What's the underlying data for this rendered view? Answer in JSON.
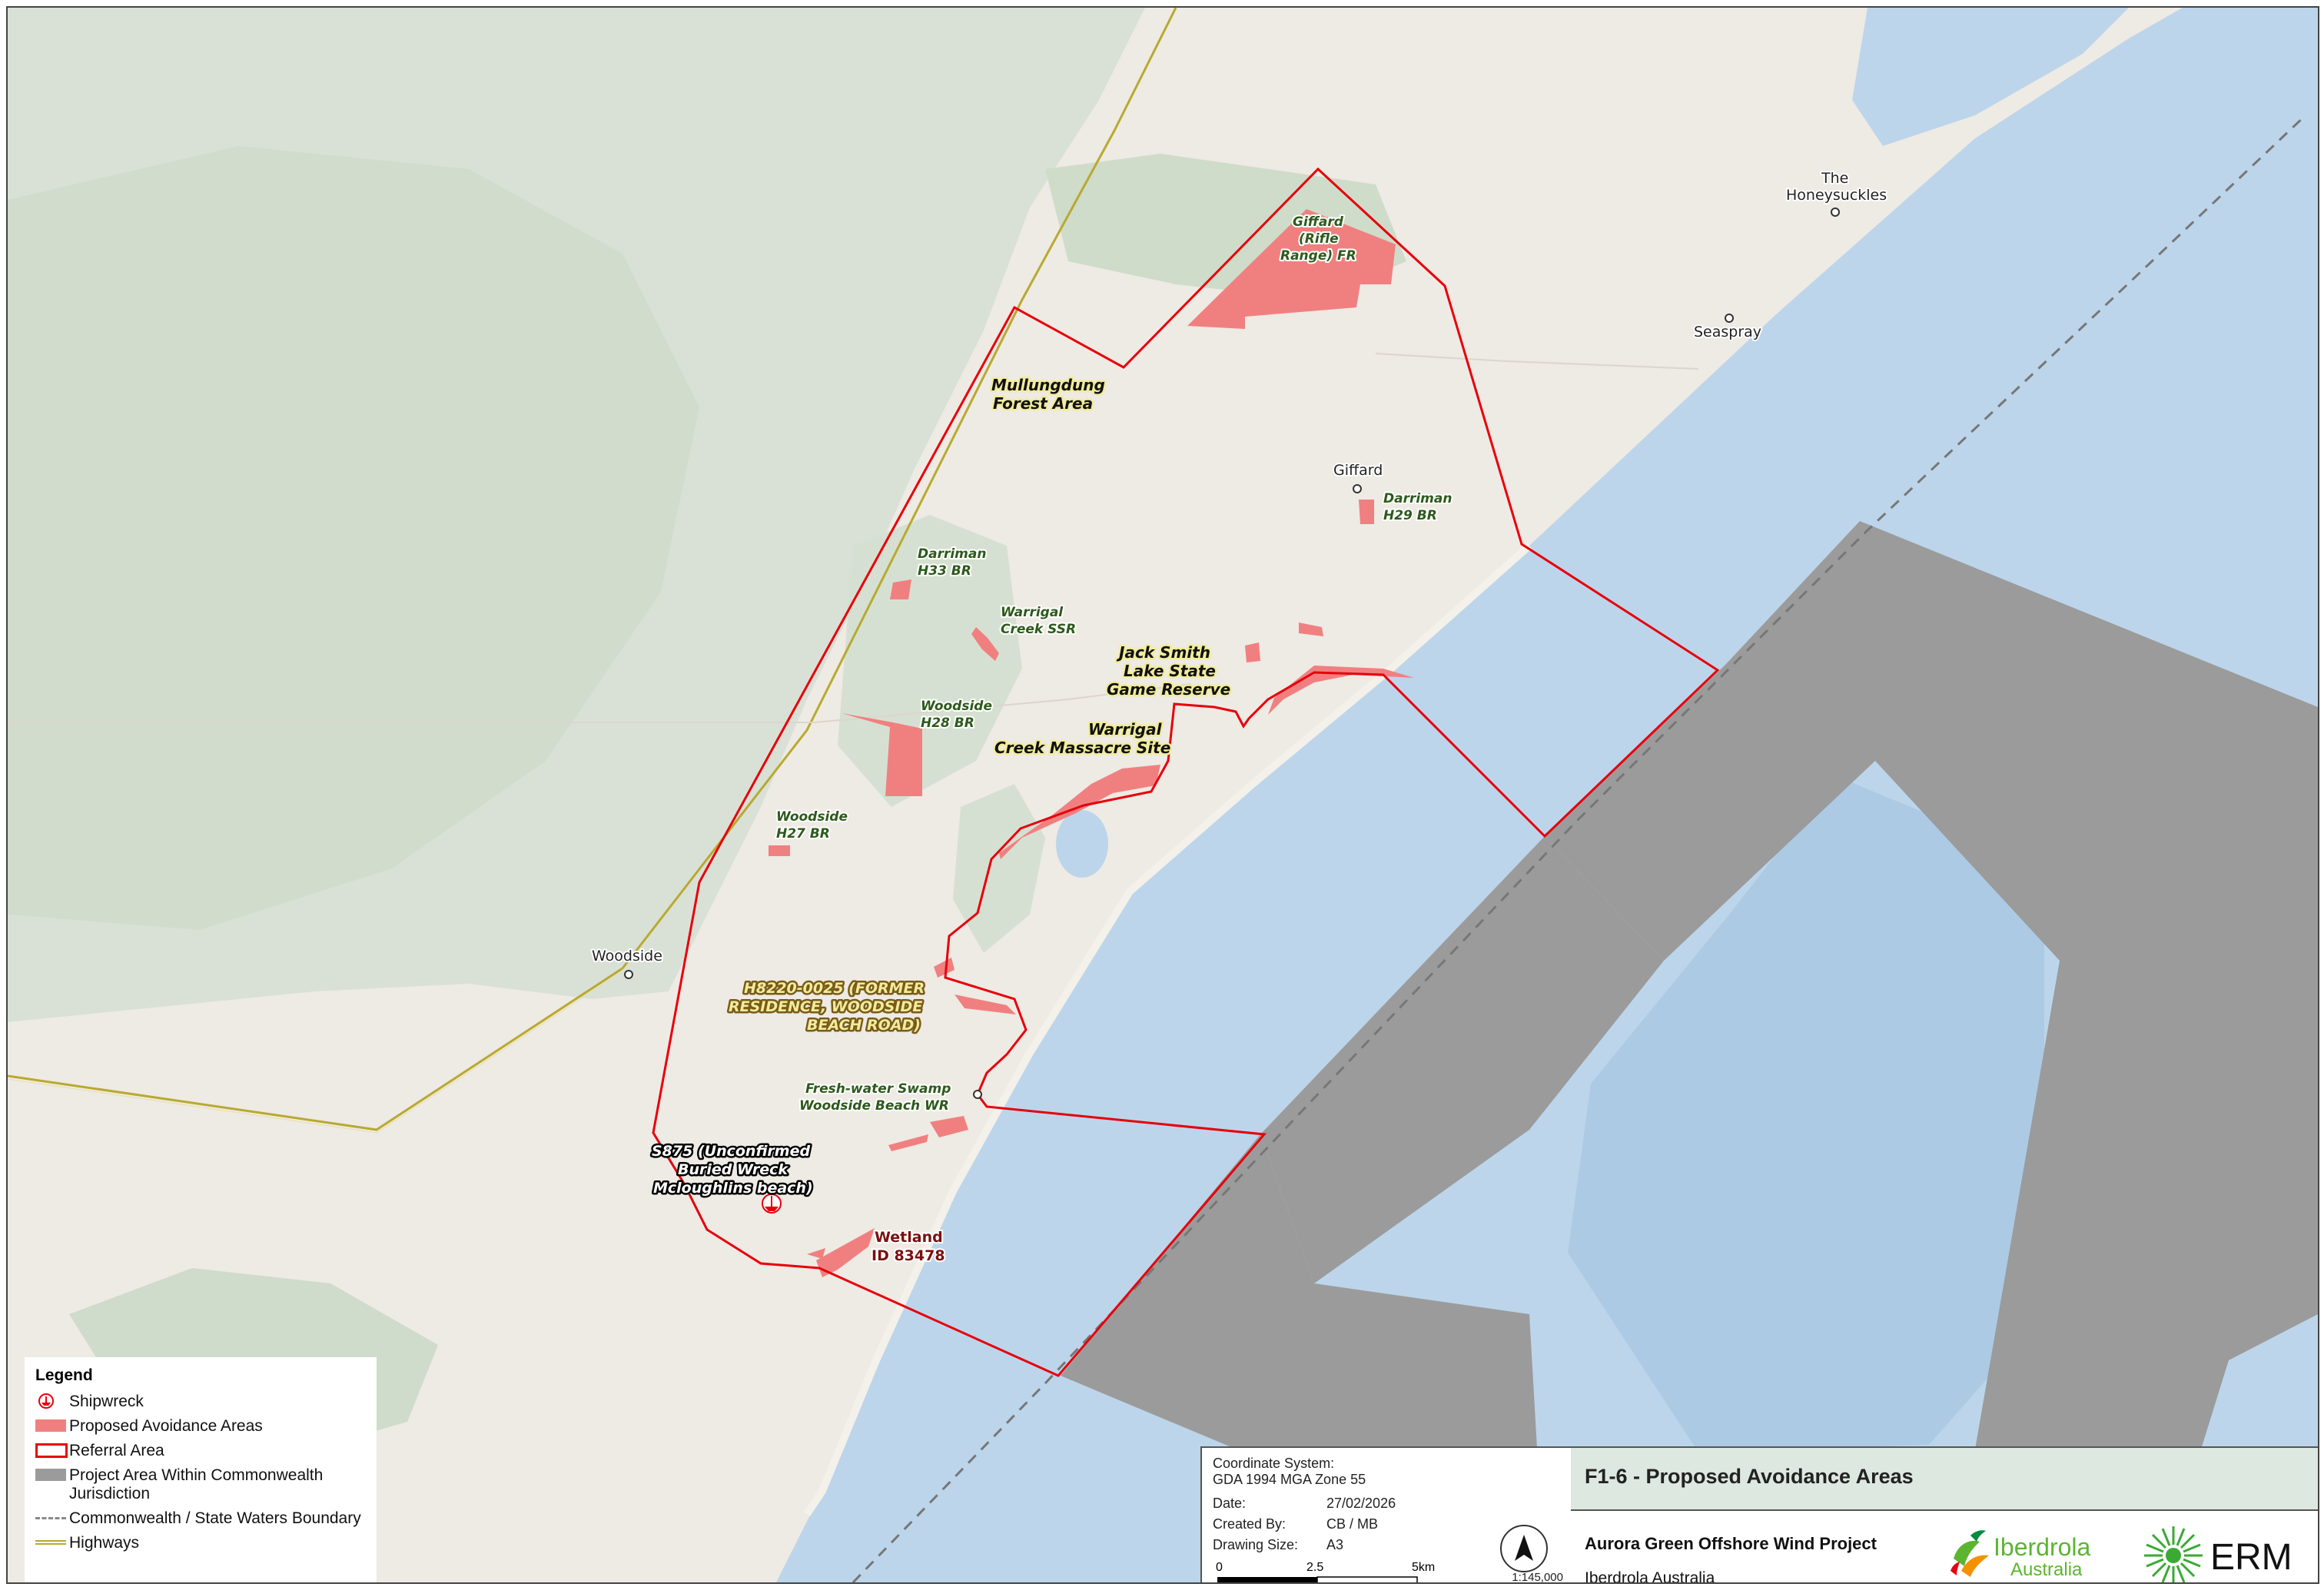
{
  "map": {
    "places": {
      "the_honeysuckles_1": "The",
      "the_honeysuckles_2": "Honeysuckles",
      "seaspray": "Seaspray",
      "giffard": "Giffard",
      "woodside": "Woodside"
    },
    "area_labels": {
      "giffard_fr_1": "Giffard",
      "giffard_fr_2": "(Rifle",
      "giffard_fr_3": "Range) FR",
      "mullungdung_1": "Mullungdung",
      "mullungdung_2": "Forest Area",
      "darriman_h29_1": "Darriman",
      "darriman_h29_2": "H29 BR",
      "darriman_h33_1": "Darriman",
      "darriman_h33_2": "H33 BR",
      "warrigal_ssr_1": "Warrigal",
      "warrigal_ssr_2": "Creek SSR",
      "jack_smith_1": "Jack Smith",
      "jack_smith_2": "Lake State",
      "jack_smith_3": "Game Reserve",
      "woodside_h28_1": "Woodside",
      "woodside_h28_2": "H28 BR",
      "massacre_1": "Warrigal",
      "massacre_2": "Creek Massacre Site",
      "woodside_h27_1": "Woodside",
      "woodside_h27_2": "H27 BR",
      "h8220_1": "H8220-0025 (FORMER",
      "h8220_2": "RESIDENCE, WOODSIDE",
      "h8220_3": "BEACH ROAD)",
      "freshwater_1": "Fresh-water Swamp",
      "freshwater_2": "Woodside Beach WR",
      "s875_1": "S875 (Unconfirmed",
      "s875_2": "Buried Wreck",
      "s875_3": "Mcloughlins beach)",
      "wetland_1": "Wetland",
      "wetland_2": "ID 83478"
    },
    "colors": {
      "land": "#eeeae4",
      "forest": "#c9d8c6",
      "sea": "#bcd5eb",
      "avoidance": "#f08080",
      "referral": "#e8000b",
      "commonwealth": "#9b9b9b"
    }
  },
  "legend": {
    "title": "Legend",
    "items": [
      {
        "symbol": "shipwreck-icon",
        "label": "Shipwreck"
      },
      {
        "symbol": "pink-fill",
        "label": "Proposed Avoidance Areas"
      },
      {
        "symbol": "red-outline",
        "label": "Referral Area"
      },
      {
        "symbol": "grey-fill",
        "label": "Project Area Within Commonwealth Jurisdiction"
      },
      {
        "symbol": "dashed-line",
        "label": "Commonwealth / State Waters Boundary"
      },
      {
        "symbol": "highway-line",
        "label": "Highways"
      }
    ]
  },
  "info": {
    "coord_label": "Coordinate System:",
    "coord_value": "GDA 1994 MGA Zone 55",
    "date_label": "Date:",
    "date_value": "27/02/2026",
    "created_label": "Created By:",
    "created_value": "CB / MB",
    "size_label": "Drawing Size:",
    "size_value": "A3",
    "scale_ticks": [
      "0",
      "2.5",
      "5km"
    ],
    "scale_ratio": "1:145,000"
  },
  "title": {
    "figure": "F1-6 - Proposed Avoidance Areas",
    "project": "Aurora Green Offshore Wind Project",
    "client": "Iberdrola Australia",
    "logo_iberdrola_1": "Iberdrola",
    "logo_iberdrola_2": "Australia",
    "logo_erm": "ERM"
  }
}
